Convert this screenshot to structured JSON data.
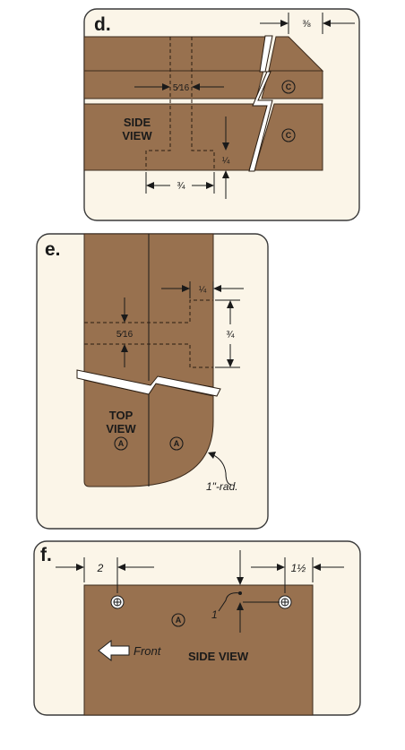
{
  "figures": {
    "d": {
      "letter": "d.",
      "view_label_line1": "SIDE",
      "view_label_line2": "VIEW",
      "part_marks": [
        "C",
        "C"
      ],
      "dims": {
        "top_right": "⅜",
        "mortise_width": "5⁄16",
        "bottom_width": "¾",
        "bottom_height": "¼"
      }
    },
    "e": {
      "letter": "e.",
      "view_label_line1": "TOP",
      "view_label_line2": "VIEW",
      "part_marks": [
        "A",
        "A"
      ],
      "dims": {
        "right_width": "¼",
        "right_height": "¾",
        "left_width": "5⁄16"
      },
      "radius_note": "1\"-rad."
    },
    "f": {
      "letter": "f.",
      "view_label": "SIDE VIEW",
      "part_mark": "A",
      "front_label": "Front",
      "dims": {
        "left_offset": "2",
        "right_offset": "1½",
        "height": "1"
      }
    }
  }
}
